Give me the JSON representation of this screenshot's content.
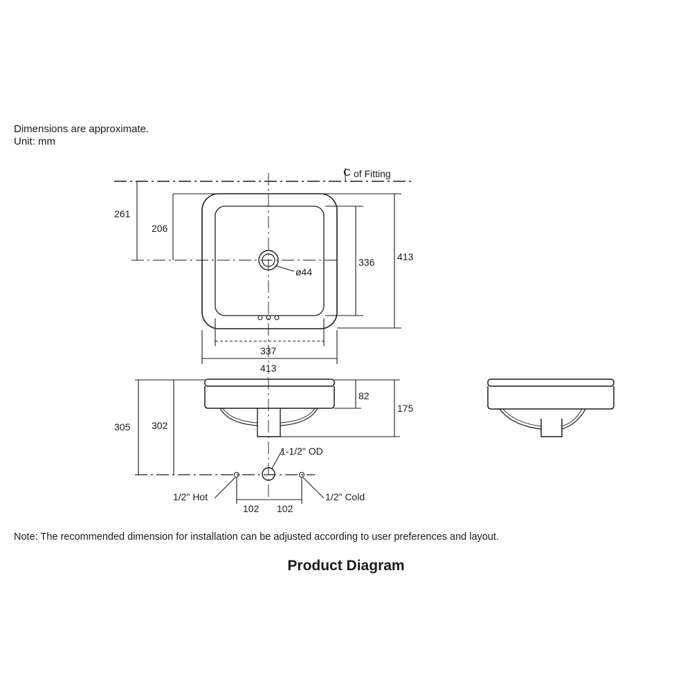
{
  "header": {
    "line1": "Dimensions are approximate.",
    "line2": "Unit: mm"
  },
  "labels": {
    "centerline_symbol": "C",
    "centerline_text": "of Fitting",
    "top_view": {
      "offset_outer": "261",
      "offset_inner": "206",
      "bowl_depth_inner": "336",
      "overall_depth": "413",
      "drain_diameter": "ø44",
      "bowl_width_inner": "337",
      "overall_width": "413"
    },
    "front_view": {
      "rim_height": "82",
      "basin_height": "175",
      "height_outer": "305",
      "height_inner": "302",
      "drain_od": "1-1/2\" OD",
      "hot": "1/2\" Hot",
      "cold": "1/2\" Cold",
      "spacing_left": "102",
      "spacing_right": "102"
    }
  },
  "footer": {
    "note": "Note: The recommended dimension for installation can be adjusted according to user preferences and layout.",
    "title": "Product Diagram"
  }
}
